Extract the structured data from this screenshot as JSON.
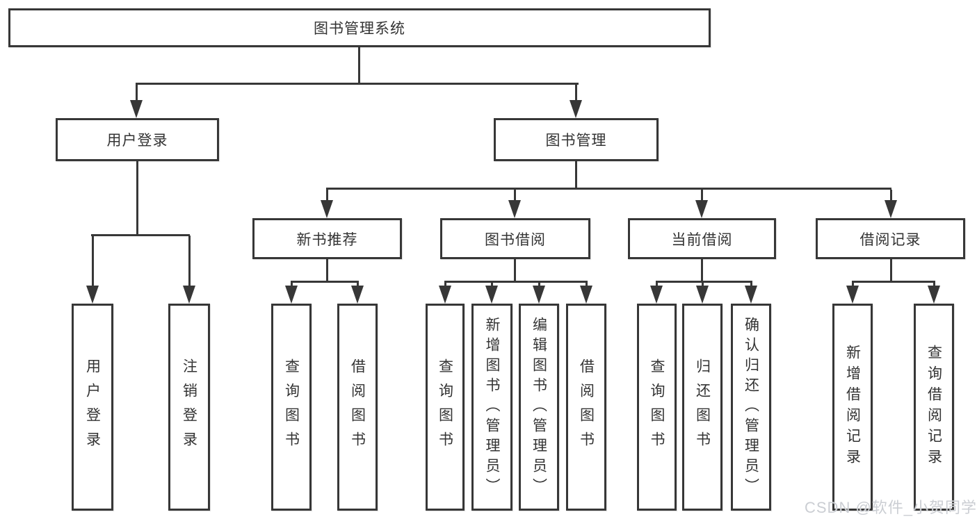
{
  "diagram": {
    "type": "hierarchy-tree",
    "root": "图书管理系统",
    "level2": {
      "user_login": "用户登录",
      "book_management": "图书管理"
    },
    "level3": {
      "new_book_recommend": "新书推荐",
      "book_borrow": "图书借阅",
      "current_borrow": "当前借阅",
      "borrow_records": "借阅记录"
    },
    "leaves": {
      "user": [
        "用户登录",
        "注销登录"
      ],
      "recommend": [
        "查询图书",
        "借阅图书"
      ],
      "borrow": [
        "查询图书",
        "新增图书（管理员）",
        "编辑图书（管理员）",
        "借阅图书"
      ],
      "current": [
        "查询图书",
        "归还图书",
        "确认归还（管理员）"
      ],
      "records": [
        "新增借阅记录",
        "查询借阅记录"
      ]
    }
  },
  "watermark": {
    "text": "CSDN @软件_小贺同学",
    "color": "#cbced3"
  },
  "colors": {
    "line": "#373737",
    "text": "#333333",
    "background": "#ffffff"
  }
}
